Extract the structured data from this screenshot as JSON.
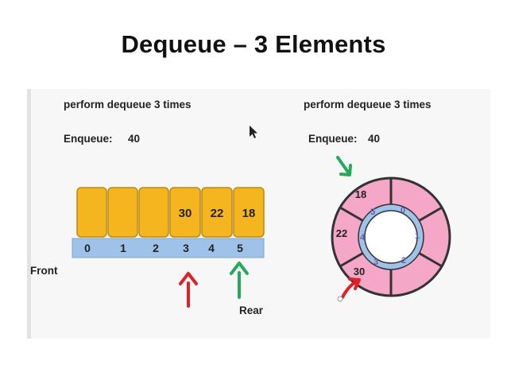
{
  "slide": {
    "title": "Dequeue – 3 Elements"
  },
  "left_panel": {
    "instruction": "perform dequeue 3 times",
    "enqueue_label": "Enqueue:",
    "enqueue_value": "40",
    "cells": [
      "",
      "",
      "",
      "30",
      "22",
      "18"
    ],
    "indices": [
      "0",
      "1",
      "2",
      "3",
      "4",
      "5"
    ],
    "front_label": "Front",
    "rear_label": "Rear"
  },
  "right_panel": {
    "instruction": "perform dequeue 3 times",
    "enqueue_label": "Enqueue:",
    "enqueue_value": "40",
    "ring_values": [
      "18",
      "22",
      "30"
    ],
    "ring_indices": [
      "5",
      "0",
      "1",
      "2",
      "3",
      "4"
    ]
  },
  "colors": {
    "cell_fill": "#f5b51f",
    "cell_stroke": "#b88a17",
    "index_bar": "#9fc3e8",
    "ring_fill": "#f4a7c6",
    "ring_stroke": "#333333",
    "inner_track": "#9fc3e8",
    "front_arrow": "#e01f26",
    "rear_arrow": "#26a95a"
  }
}
